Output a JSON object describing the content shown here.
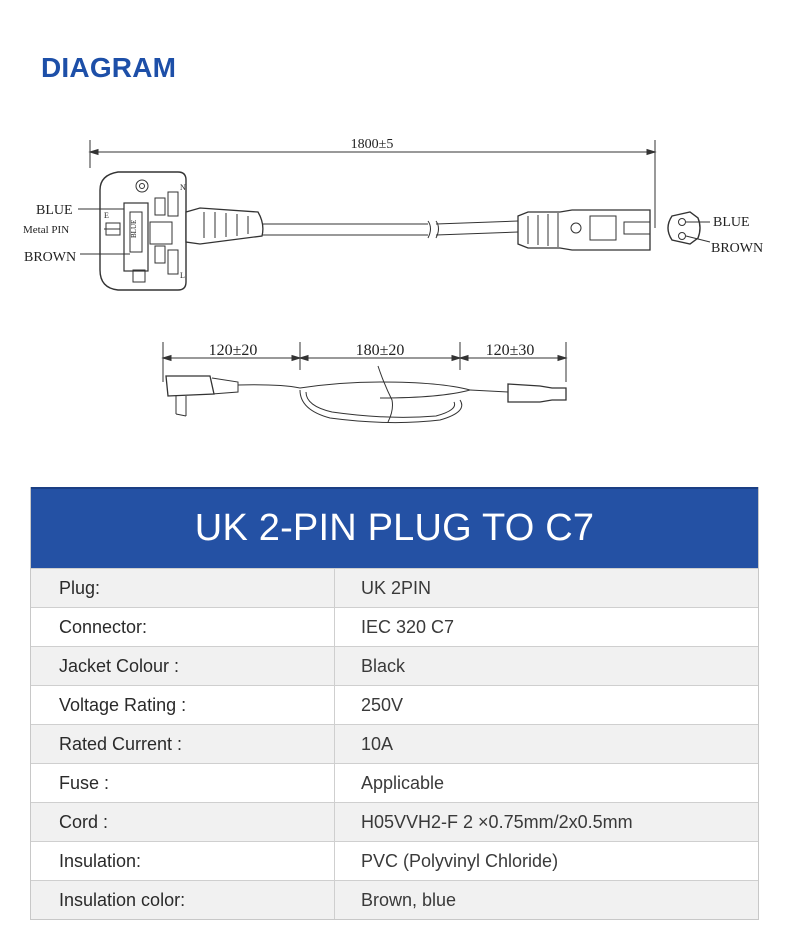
{
  "page": {
    "heading": "DIAGRAM"
  },
  "diagram": {
    "total_length": "1800±5",
    "segments": [
      "120±20",
      "180±20",
      "120±30"
    ],
    "plug_labels": {
      "blue": "BLUE",
      "metal_pin": "Metal PIN",
      "brown": "BROWN"
    },
    "connector_labels": {
      "blue": "BLUE",
      "brown": "BROWN"
    },
    "plug_markings": {
      "n": "N",
      "e": "E",
      "l": "L",
      "fuse": "BLUE"
    }
  },
  "spec": {
    "title": "UK 2-PIN PLUG TO C7",
    "rows": [
      {
        "label": "Plug:",
        "value": "UK 2PIN"
      },
      {
        "label": "Connector:",
        "value": "IEC 320 C7"
      },
      {
        "label": "Jacket Colour :",
        "value": "Black"
      },
      {
        "label": "Voltage Rating :",
        "value": "250V"
      },
      {
        "label": "Rated Current :",
        "value": "10A"
      },
      {
        "label": "Fuse :",
        "value": "Applicable"
      },
      {
        "label": "Cord :",
        "value": "H05VVH2-F 2 ×0.75mm/2x0.5mm"
      },
      {
        "label": "Insulation:",
        "value": "PVC (Polyvinyl Chloride)"
      },
      {
        "label": "Insulation color:",
        "value": "Brown, blue"
      }
    ]
  }
}
